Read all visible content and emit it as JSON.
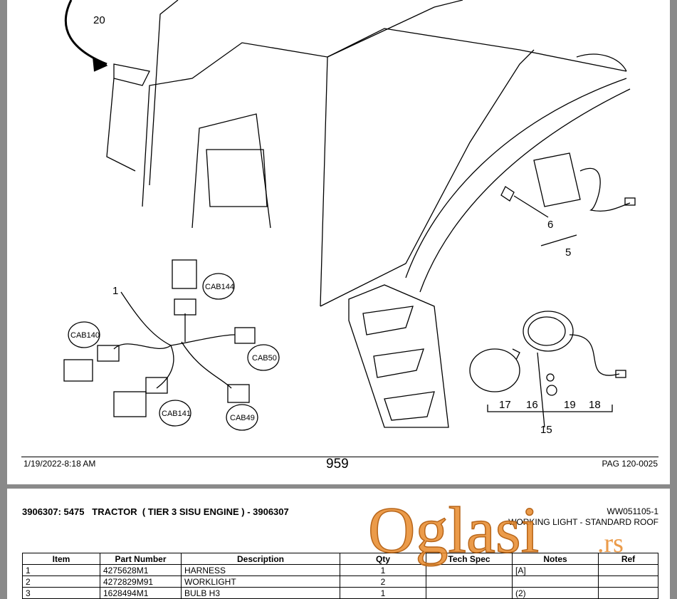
{
  "diagram": {
    "callouts": [
      "20",
      "1",
      "6",
      "5",
      "17",
      "16",
      "19",
      "18",
      "15"
    ],
    "connectors": [
      "CAB144",
      "CAB140",
      "CAB50",
      "CAB141",
      "CAB49"
    ]
  },
  "footer": {
    "date": "1/19/2022-8:18 AM",
    "page_number": "959",
    "pag": "PAG 120-0025"
  },
  "header": {
    "title": "3906307: 5475   TRACTOR  ( TIER 3 SISU ENGINE ) - 3906307",
    "code": "WW051105-1",
    "subtitle": "WORKING LIGHT - STANDARD ROOF"
  },
  "table": {
    "columns": [
      "Item",
      "Part Number",
      "Description",
      "Qty",
      "Tech Spec",
      "Notes",
      "Ref"
    ],
    "rows": [
      {
        "item": "1",
        "part": "4275628M1",
        "desc": "HARNESS",
        "qty": "1",
        "spec": "",
        "notes": "[A]",
        "ref": ""
      },
      {
        "item": "2",
        "part": "4272829M91",
        "desc": "WORKLIGHT",
        "qty": "2",
        "spec": "",
        "notes": "",
        "ref": ""
      },
      {
        "item": "3",
        "part": "1628494M1",
        "desc": "BULB H3",
        "qty": "1",
        "spec": "",
        "notes": "(2)",
        "ref": ""
      }
    ]
  },
  "watermark": {
    "brand": "Oglasi",
    "tld": ".rs"
  },
  "colors": {
    "watermark_orange": "#e8892a",
    "page_bg": "#ffffff",
    "gutter": "#8a8a8a"
  }
}
